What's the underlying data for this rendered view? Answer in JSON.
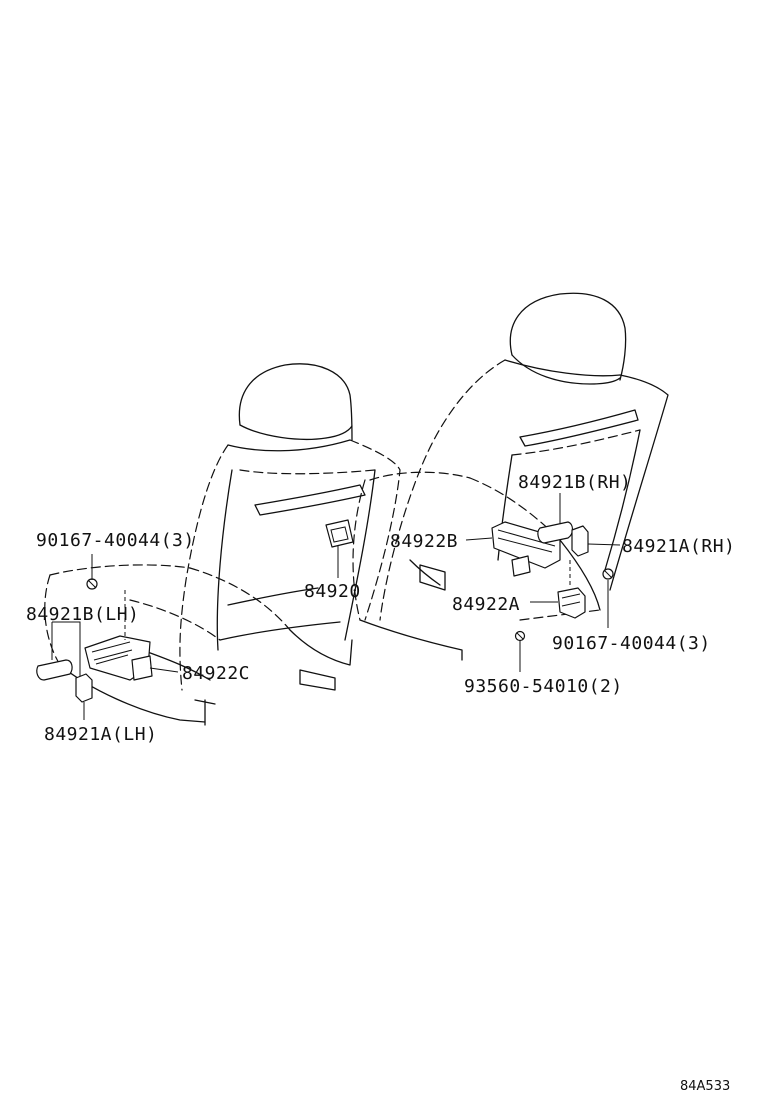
{
  "callouts": {
    "p_90167_lh": "90167-40044(3)",
    "p_84921b_lh": "84921B(LH)",
    "p_84921a_lh": "84921A(LH)",
    "p_84922c": "84922C",
    "p_84920": "84920",
    "p_84921b_rh": "84921B(RH)",
    "p_84922b": "84922B",
    "p_84921a_rh": "84921A(RH)",
    "p_84922a": "84922A",
    "p_90167_rh": "90167-40044(3)",
    "p_93560": "93560-54010(2)"
  },
  "figure_id": "84A533"
}
